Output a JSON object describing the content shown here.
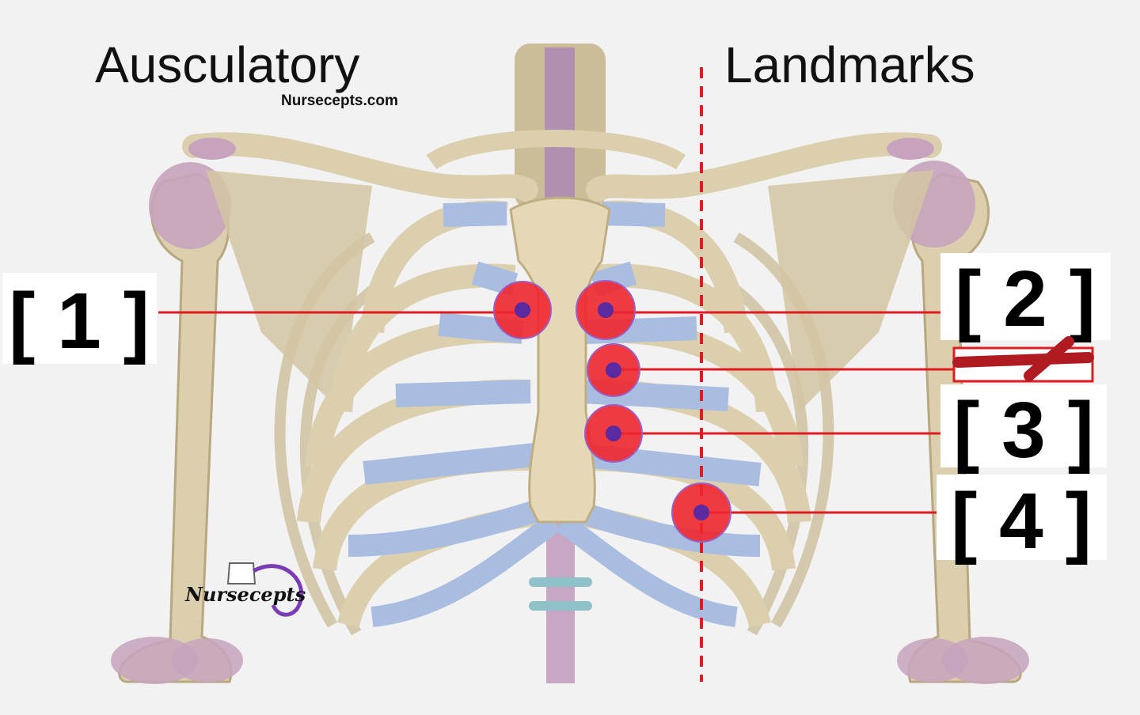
{
  "title_left": "Ausculatory",
  "title_right": "Landmarks",
  "watermark_url": "Nursecepts.com",
  "logo_text": "Nursecepts",
  "labels": [
    {
      "id": "1",
      "text": "[ 1 ]"
    },
    {
      "id": "2",
      "text": "[ 2 ]"
    },
    {
      "id": "3",
      "text": "[ 3 ]"
    },
    {
      "id": "4",
      "text": "[ 4 ]"
    }
  ],
  "colors": {
    "bone": "#dccfae",
    "cartilage": "#a9bde0",
    "joint": "#c7a3bd",
    "marker_fill": "#f0262f",
    "marker_dot": "#5b2aa0",
    "leader_line": "#e01b22",
    "midclavicular_line": "#e01b22"
  }
}
